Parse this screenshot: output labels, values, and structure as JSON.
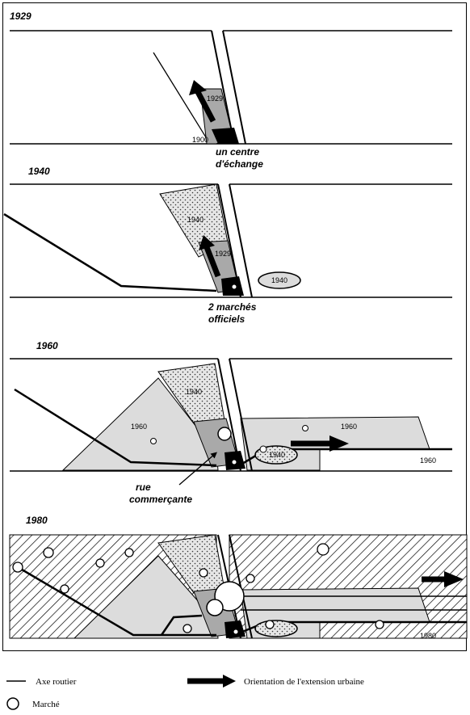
{
  "panels": [
    {
      "year": "1929",
      "labels": [
        "1929",
        "1900"
      ],
      "caption": [
        "un centre",
        "d'échange"
      ]
    },
    {
      "year": "1940",
      "labels": [
        "1940",
        "1929",
        "1940"
      ],
      "caption": [
        "2 marchés",
        "officiels"
      ]
    },
    {
      "year": "1960",
      "labels": [
        "1940",
        "1960",
        "1960",
        "1940",
        "1960"
      ],
      "caption": [
        "rue",
        "commerçante"
      ]
    },
    {
      "year": "1980",
      "labels": [
        "1980"
      ],
      "caption": []
    }
  ],
  "legend": {
    "road_axis": "Axe routier",
    "market": "Marché",
    "urban_extension": "Orientation de l'extension urbaine"
  },
  "colors": {
    "light_gray": "#dcdcdc",
    "mid_gray": "#a9a9a9",
    "black": "#000000"
  }
}
